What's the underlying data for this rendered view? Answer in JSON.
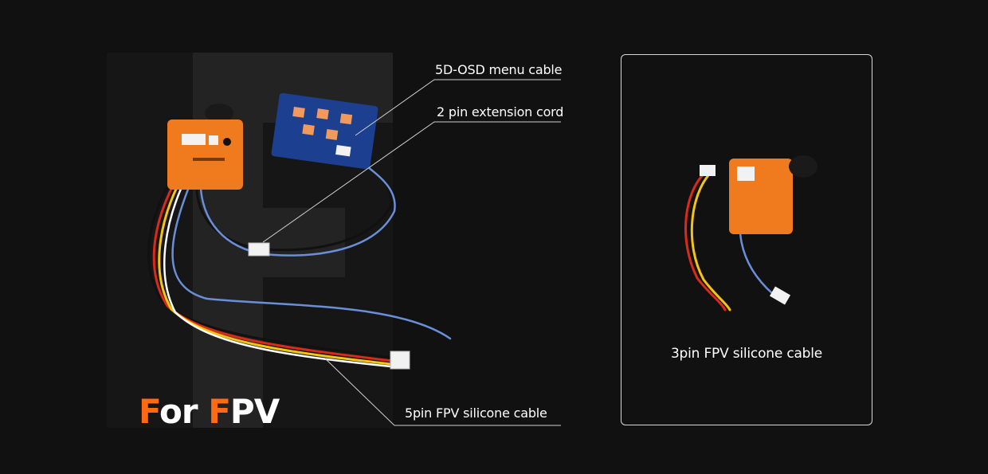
{
  "colors": {
    "background": "#111111",
    "panel": "#161616",
    "camera_orange": "#f07a1e",
    "pcb_blue": "#1c3f8f",
    "accent": "#ff6a13",
    "wire_blue": "#6a8fd8",
    "wire_red": "#d92b1c",
    "wire_yellow": "#f2c416",
    "wire_black": "#111111"
  },
  "callouts": {
    "osd": "5D-OSD menu cable",
    "extension": "2 pin extension cord",
    "silicone5": "5pin FPV silicone cable"
  },
  "badge": {
    "f1": "F",
    "or": "or ",
    "f2": "F",
    "pv": "PV"
  },
  "right": {
    "caption": "3pin FPV silicone cable"
  },
  "icons": {
    "camera": "fpv-camera-icon",
    "osd_board": "osd-board-icon",
    "connector": "connector-plug-icon"
  }
}
